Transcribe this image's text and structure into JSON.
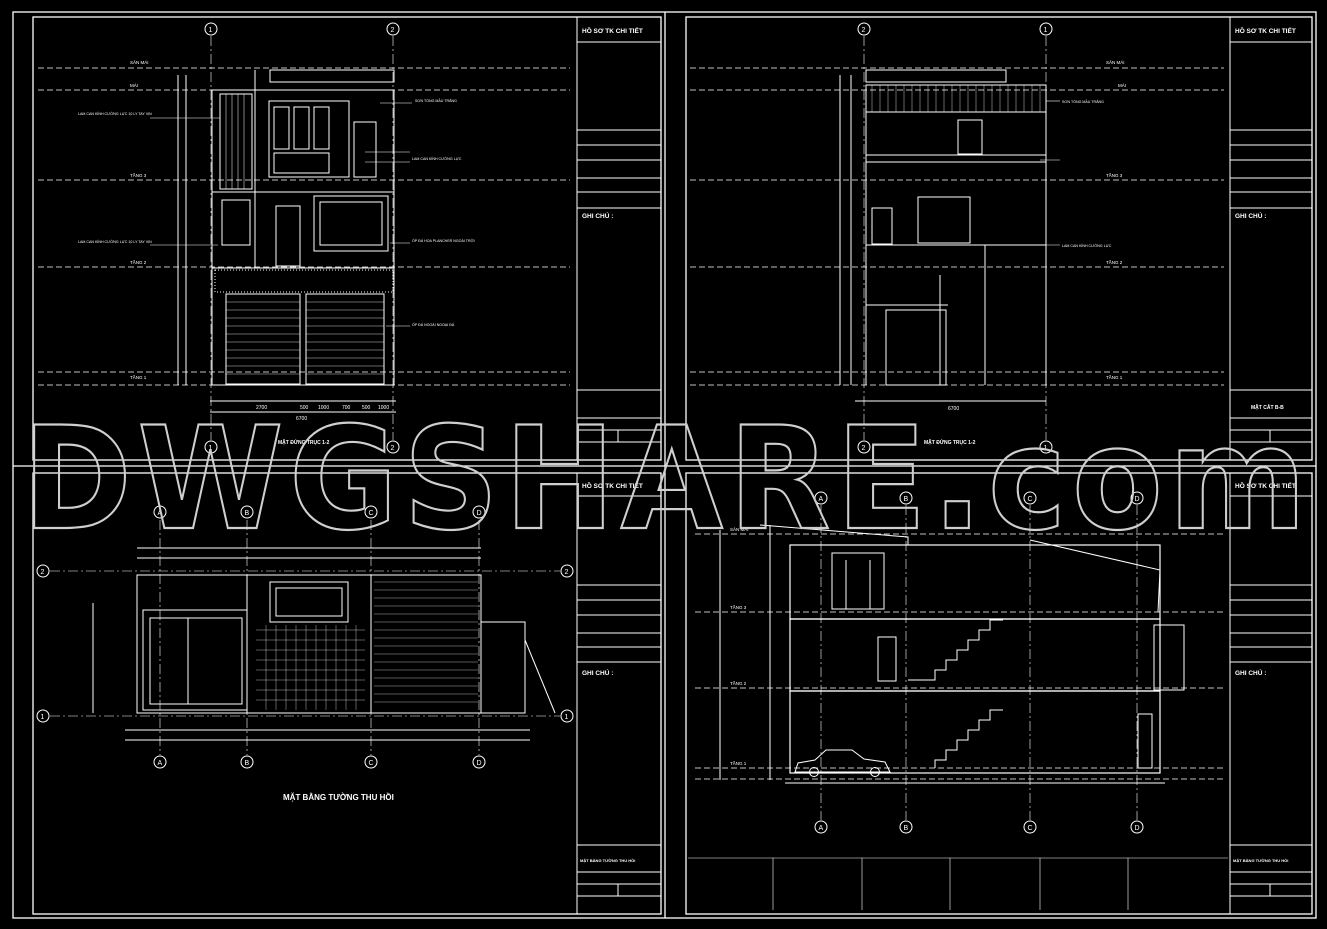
{
  "watermark": "DWGSHARE.com",
  "title_block": {
    "header": "HỒ SƠ TK CHI TIẾT",
    "notes": "GHI CHÚ :"
  },
  "sheets": [
    {
      "id": "elevation-front",
      "drawing_title": "MẶT ĐỨNG TRỤC 1-2",
      "sheet_name": "",
      "sheet_no": "",
      "level_labels": [
        "SÂN MÁI",
        "MÁI",
        "TẦNG 3",
        "TẦNG 2",
        "TẦNG 1"
      ],
      "callouts": [
        "LAM CAN KÍNH CƯỜNG LỰC 10 LY TAY VỊN",
        "SƠN TỔNG MẦU TRẮNG",
        "LAM CAN KÍNH CƯỜNG LỰC",
        "LAM CAN KÍNH CƯỜNG LỰC 10 LY TAY VỊN",
        "ỐP ĐÁ HOA PLANCHER NGOÀI TRỜI",
        "ỐP ĐÁ NGOÀI NGOẠI ĐÁ"
      ],
      "dimensions": [
        "2700",
        "500",
        "1000",
        "700",
        "500",
        "1000",
        "6700"
      ],
      "grid": [
        "1",
        "2"
      ]
    },
    {
      "id": "section-b",
      "drawing_title": "MẶT ĐỨNG TRỤC 1-2",
      "sheet_name": "MẶT CẮT B-B",
      "sheet_no": "",
      "level_labels": [
        "SÂN MÁI",
        "MÁI",
        "TẦNG 3",
        "TẦNG 2",
        "TẦNG 1"
      ],
      "callouts": [
        "SƠN TỔNG MẦU TRẮNG",
        "LAM CAN KÍNH CƯỜNG LỰC"
      ],
      "dimensions": [
        "6700"
      ],
      "grid": [
        "2",
        "1"
      ]
    },
    {
      "id": "plan-side",
      "drawing_title": "MẶT BẰNG TƯỜNG THU HỒI",
      "sheet_name": "MẶT BẰNG TƯỜNG THU HỒI",
      "sheet_no": "",
      "grid": [
        "A",
        "B",
        "C",
        "D"
      ],
      "side_grid": [
        "1",
        "2"
      ]
    },
    {
      "id": "section-a",
      "drawing_title": "",
      "sheet_name": "MẶT BẰNG TƯỜNG THU HỒI",
      "sheet_no": "",
      "grid": [
        "A",
        "B",
        "C",
        "D"
      ],
      "level_labels": [
        "SÂN MÁI",
        "TẦNG 3",
        "TẦNG 2",
        "TẦNG 1"
      ]
    }
  ]
}
